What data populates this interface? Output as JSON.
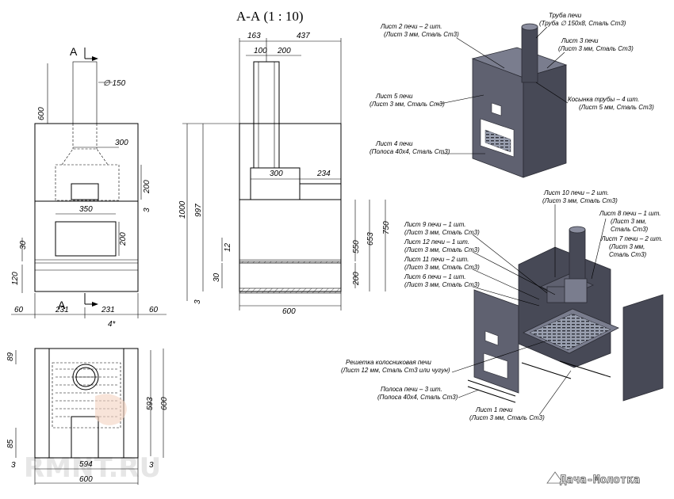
{
  "section_title": "А-А   (1 : 10)",
  "section_marker": "А",
  "front_view": {
    "dims": {
      "chimney_height": "600",
      "pipe_dia": "∅ 150",
      "door_w": "300",
      "upper_h": "200",
      "gap3": "3",
      "fire_w": "350",
      "fire_h": "200",
      "bottom30": "30",
      "bottom120": "120",
      "w60_left": "60",
      "w231_a": "231",
      "w231_b": "231",
      "w60_right": "60",
      "w4": "4*"
    }
  },
  "section_view": {
    "dims": {
      "w163": "163",
      "w437": "437",
      "w100": "100",
      "w200": "200",
      "h1000": "1000",
      "h997": "997",
      "w300": "300",
      "w234": "234",
      "h750": "750",
      "h653": "653",
      "h550": "550",
      "h12": "12",
      "h200": "200",
      "h30": "30",
      "h3": "3",
      "w600": "600"
    }
  },
  "top_view": {
    "dims": {
      "d89": "89",
      "d593": "593",
      "d600v": "600",
      "d85": "85",
      "d3a": "3",
      "d594": "594",
      "d3b": "3",
      "d600": "600"
    }
  },
  "callouts_top": {
    "list2": [
      "Лист 2 печи – 2 шт.",
      "(Лист 3 мм, Сталь Ст3)"
    ],
    "pipe": [
      "Труба печи",
      "(Труба ∅ 150х8, Сталь Ст3)"
    ],
    "list3": [
      "Лист 3 печи",
      "(Лист 3 мм, Сталь Ст3)"
    ],
    "list5": [
      "Лист 5 печи",
      "(Лист 3 мм, Сталь Ст3)"
    ],
    "kosinka": [
      "Косынка трубы – 4 шт.",
      "(Лист 5 мм, Сталь Ст3)"
    ],
    "list4": [
      "Лист 4 печи",
      "(Полоса 40х4, Сталь Ст3)"
    ]
  },
  "callouts_bottom": {
    "list10": [
      "Лист 10 печи – 2 шт.",
      "(Лист 3 мм, Сталь Ст3)"
    ],
    "list8": [
      "Лист 8 печи – 1 шт.",
      "(Лист 3 мм,",
      "Сталь Ст3)"
    ],
    "list9": [
      "Лист 9 печи – 1 шт.",
      "(Лист 3 мм, Сталь Ст3)"
    ],
    "list7": [
      "Лист 7 печи – 2 шт.",
      "(Лист 3 мм,",
      "Сталь Ст3)"
    ],
    "list12": [
      "Лист 12 печи – 1 шт.",
      "(Лист 3 мм, Сталь Ст3)"
    ],
    "list11": [
      "Лист 11 печи – 2 шт.",
      "(Лист 3 мм, Сталь Ст3)"
    ],
    "list6": [
      "Лист 6 печи – 1 шт.",
      "(Лист 3 мм, Сталь Ст3)"
    ],
    "grate": [
      "Решетка колосниковая печи",
      "(Лист 12 мм, Сталь  Ст3 или чугун)"
    ],
    "strip": [
      "Полоса печи – 3 шт.",
      "(Полоса 40х4, Сталь Ст3)"
    ],
    "list1": [
      "Лист 1 печи",
      "(Лист 3 мм, Сталь Ст3)"
    ]
  },
  "watermark": "RMNT.RU",
  "logo": "Дача-Молотка",
  "colors": {
    "steel": "#5f6170",
    "steel_light": "#7a7d8e",
    "steel_dark": "#474956"
  }
}
